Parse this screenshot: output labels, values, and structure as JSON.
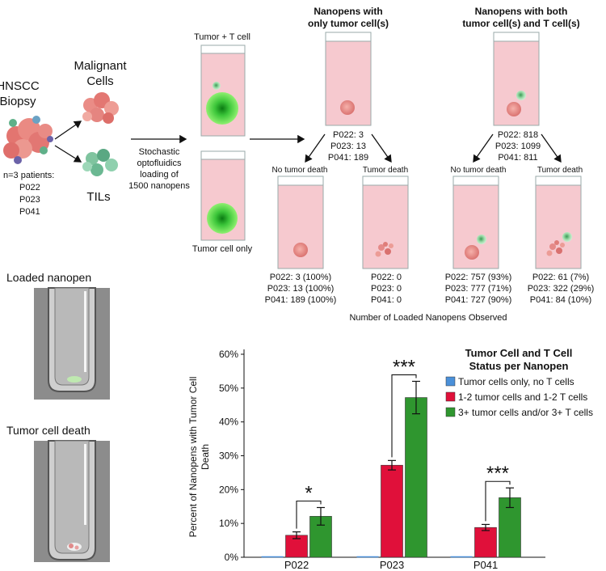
{
  "workflow": {
    "biopsy_label_1": "HNSCC",
    "biopsy_label_2": "Biopsy",
    "patients_title": "n=3 patients:",
    "patients": [
      "P022",
      "P023",
      "P041"
    ],
    "malignant_label_1": "Malignant",
    "malignant_label_2": "Cells",
    "tils_label": "TILs",
    "loading_text": [
      "Stochastic",
      "optofluidics",
      "loading of",
      "1500 nanopens"
    ],
    "tumor_t_cell_label": "Tumor + T cell",
    "tumor_only_label": "Tumor cell only"
  },
  "group_only_tumor": {
    "title": [
      "Nanopens with",
      "only tumor cell(s)"
    ],
    "counts": [
      "P022: 3",
      "P023: 13",
      "P041: 189"
    ],
    "no_death_label": "No tumor death",
    "death_label": "Tumor death",
    "no_death_counts": [
      "P022: 3 (100%)",
      "P023: 13 (100%)",
      "P041: 189 (100%)"
    ],
    "death_counts": [
      "P022: 0",
      "P023: 0",
      "P041: 0"
    ]
  },
  "group_both": {
    "title": [
      "Nanopens with both",
      "tumor cell(s) and T cell(s)"
    ],
    "counts": [
      "P022: 818",
      "P023: 1099",
      "P041: 811"
    ],
    "no_death_label": "No tumor death",
    "death_label": "Tumor death",
    "no_death_counts": [
      "P022: 757 (93%)",
      "P023: 777 (71%)",
      "P041: 727 (90%)"
    ],
    "death_counts": [
      "P022: 61 (7%)",
      "P023: 322 (29%)",
      "P041: 84 (10%)"
    ]
  },
  "observed_caption": "Number of Loaded Nanopens Observed",
  "micrographs": {
    "loaded_label": "Loaded nanopen",
    "death_label": "Tumor cell death"
  },
  "colors": {
    "pen_fill": "#f6c9cf",
    "tumor": "#e58a88",
    "t_cell": "#7fd19a",
    "green_cell": "#39c232",
    "series_blue": "#4a90d9",
    "series_red": "#e0103a",
    "series_green": "#2f962f"
  },
  "chart_data": {
    "type": "bar",
    "title": [
      "Tumor Cell and T Cell",
      "Status per Nanopen"
    ],
    "ylabel": [
      "Percent of Nanopens with Tumor Cell",
      "Death"
    ],
    "ylim": [
      0,
      60
    ],
    "yticks": [
      "0%",
      "10%",
      "20%",
      "30%",
      "40%",
      "50%",
      "60%"
    ],
    "categories": [
      "P022",
      "P023",
      "P041"
    ],
    "series": [
      {
        "name": "Tumor cells only, no T cells",
        "values": [
          0,
          0,
          0
        ],
        "errors": [
          0,
          0,
          0
        ]
      },
      {
        "name": "1-2 tumor cells and 1-2 T cells",
        "values": [
          6.5,
          27.2,
          8.8
        ],
        "errors": [
          1.0,
          1.4,
          0.9
        ]
      },
      {
        "name": "3+ tumor cells and/or 3+ T cells",
        "values": [
          12.1,
          47.2,
          17.6
        ],
        "errors": [
          2.6,
          4.8,
          2.9
        ]
      }
    ],
    "significance": [
      "*",
      "***",
      "***"
    ],
    "legend_position": "top-right",
    "grid": false
  }
}
